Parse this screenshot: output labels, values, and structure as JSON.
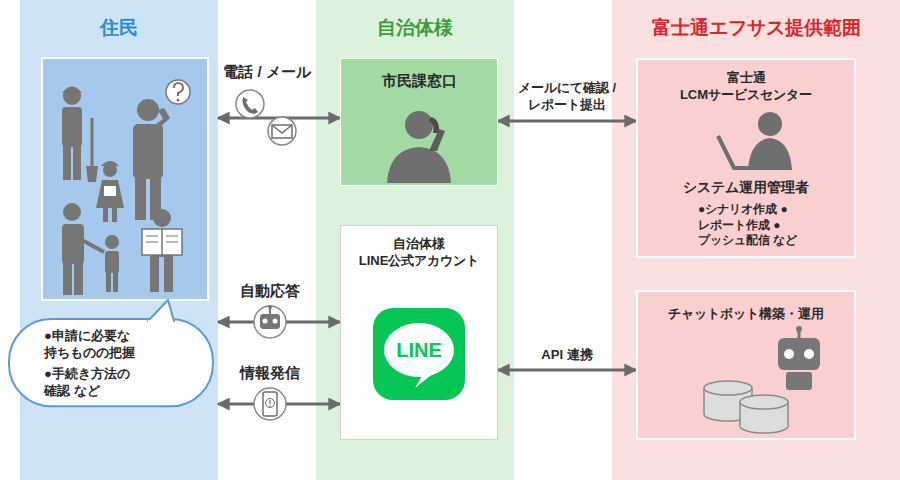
{
  "diagram": {
    "nodes": [
      {
        "text": [
          "住民"
        ]
      },
      {
        "text": [
          "自治体様"
        ]
      },
      {
        "text": [
          "富士通エフサス提供範囲"
        ]
      },
      {
        "text": [
          "●申請に必要な 持ちものの把握",
          "●手続き方法の 確認 など"
        ],
        "in": 0
      },
      {
        "text": [
          "市民課窓口"
        ],
        "in": 1
      },
      {
        "text": [
          "自治体様 LINE公式アカウント"
        ],
        "in": 1
      },
      {
        "text": [
          "LINE"
        ],
        "in": 5
      },
      {
        "text": [
          "富士通 LCMサービスセンター",
          "システム運用管理者",
          "●シナリオ作成 ●レポート作成 ●プッシュ配信 など"
        ],
        "in": 2
      },
      {
        "text": [
          "チャットボット構築・運用"
        ],
        "in": 2
      }
    ],
    "edges": [
      {
        "from": 0,
        "to": 4,
        "arrow": "both",
        "label": "電話 / メール"
      },
      {
        "from": 4,
        "to": 7,
        "arrow": "both",
        "label": "メールにて確認 / レポート提出"
      },
      {
        "from": 0,
        "to": 5,
        "arrow": "both",
        "label": "自動応答"
      },
      {
        "from": 0,
        "to": 5,
        "arrow": "both",
        "label": "情報発信"
      },
      {
        "from": 5,
        "to": 8,
        "arrow": "both",
        "label": "API 連携"
      }
    ]
  }
}
